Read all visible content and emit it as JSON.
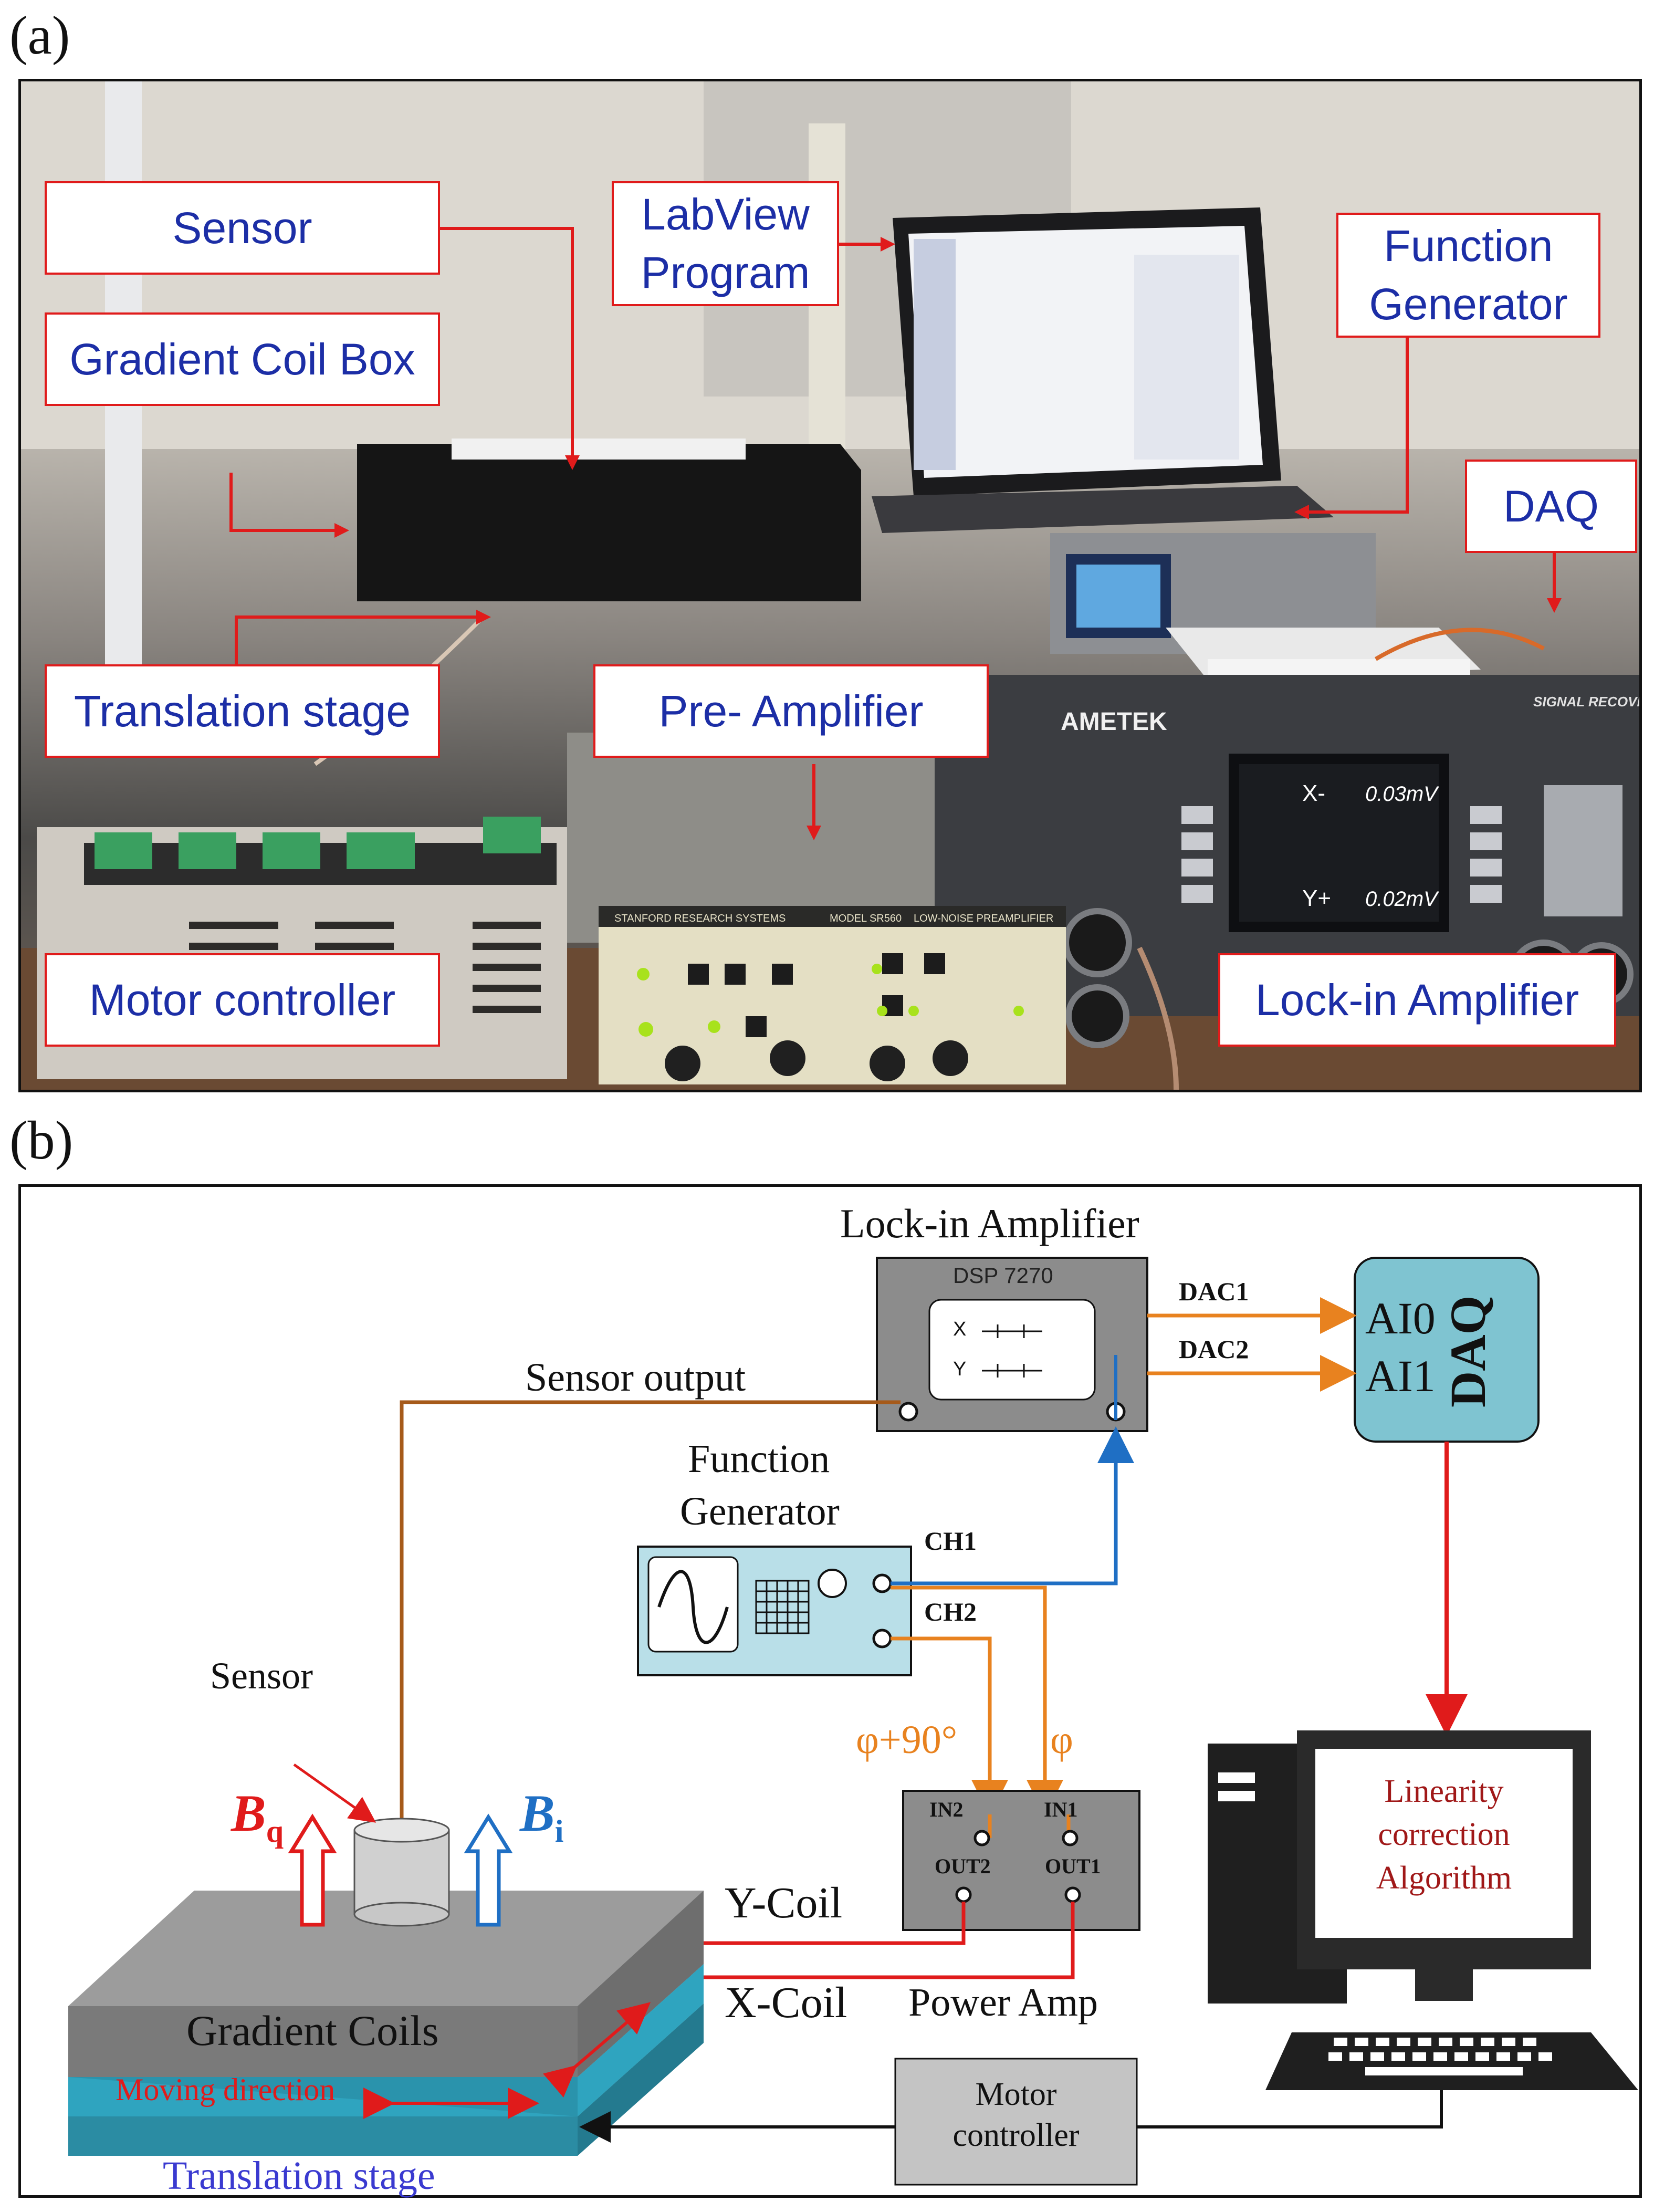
{
  "panel_a": {
    "letter": "(a)",
    "callouts": {
      "sensor": "Sensor",
      "labview": "LabView\nProgram",
      "function_generator": "Function\nGenerator",
      "gradient_coil_box": "Gradient Coil Box",
      "daq": "DAQ",
      "translation_stage": "Translation stage",
      "pre_amplifier": "Pre- Amplifier",
      "motor_controller": "Motor controller",
      "lock_in_amplifier": "Lock-in Amplifier"
    },
    "equipment_text": {
      "ametek": "AMETEK",
      "signal_recovery": "SIGNAL RECOVERY",
      "lia_x": "X-",
      "lia_x_value": "0.03mV",
      "lia_y": "Y+",
      "lia_y_value": "0.02mV",
      "stanford": "STANFORD RESEARCH SYSTEMS",
      "model": "MODEL SR560",
      "preamp_name": "LOW-NOISE PREAMPLIFIER"
    }
  },
  "panel_b": {
    "letter": "(b)",
    "lock_in": {
      "title": "Lock-in  Amplifier",
      "model": "DSP 7270",
      "x": "X",
      "y": "Y"
    },
    "dac1": "DAC1",
    "dac2": "DAC2",
    "daq": {
      "ai0": "AI0",
      "ai1": "AI1",
      "label": "DAQ"
    },
    "sensor_output": "Sensor output",
    "function_generator": {
      "title_line1": "Function",
      "title_line2": "Generator",
      "ch1": "CH1",
      "ch2": "CH2"
    },
    "phase_q": "φ+90°",
    "phase_i": "φ",
    "power_amp": {
      "in2": "IN2",
      "in1": "IN1",
      "out2": "OUT2",
      "out1": "OUT1",
      "label": "Power Amp"
    },
    "y_coil": "Y-Coil",
    "x_coil": "X-Coil",
    "sensor": "Sensor",
    "bq": "B",
    "bq_sub": "q",
    "bi": "B",
    "bi_sub": "i",
    "gradient_coils": "Gradient Coils",
    "moving_direction": "Moving direction",
    "translation_stage": "Translation stage",
    "motor_controller": "Motor\ncontroller",
    "computer_text": "Linearity\ncorrection\nAlgorithm",
    "colors": {
      "orange": "#e8821f",
      "brown": "#a65a1a",
      "blue": "#1f6fc4",
      "red": "#e01b1b",
      "daq_fill": "#7fc4d1",
      "fg_fill": "#b9dfe8",
      "stage_fill": "#2fa4bf",
      "coil_fill": "#8c8c8c"
    }
  }
}
